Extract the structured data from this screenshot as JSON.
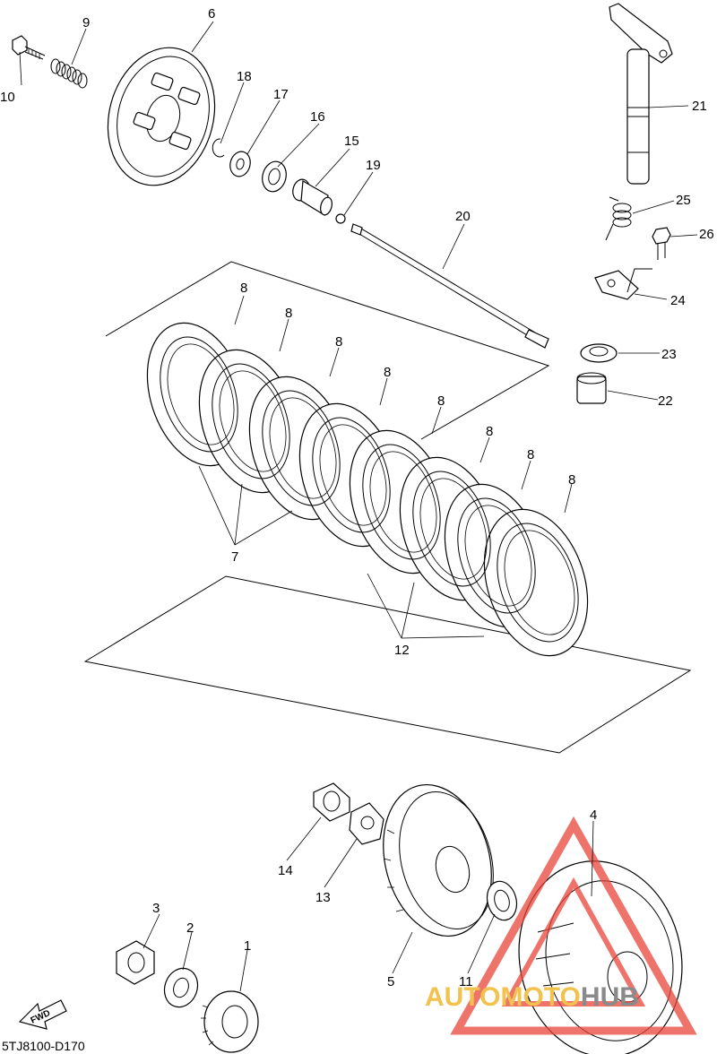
{
  "diagram": {
    "part_labels": {
      "p1": "1",
      "p2": "2",
      "p3": "3",
      "p4": "4",
      "p5": "5",
      "p6": "6",
      "p7": "7",
      "p8": "8",
      "p9": "9",
      "p10": "10",
      "p11": "11",
      "p12": "12",
      "p13": "13",
      "p14": "14",
      "p15": "15",
      "p16": "16",
      "p17": "17",
      "p18": "18",
      "p19": "19",
      "p20": "20",
      "p21": "21",
      "p22": "22",
      "p23": "23",
      "p24": "24",
      "p25": "25",
      "p26": "26"
    },
    "fwd_label": "FWD",
    "diagram_code": "5TJ8100-D170"
  },
  "watermark": {
    "text_left": "AUTO",
    "text_mid": "MOTO",
    "text_right": "HUB",
    "color_left": "#f2c14e",
    "color_mid": "#f2c14e",
    "color_right": "#8a8a8a",
    "triangle_color": "#e8463a"
  }
}
